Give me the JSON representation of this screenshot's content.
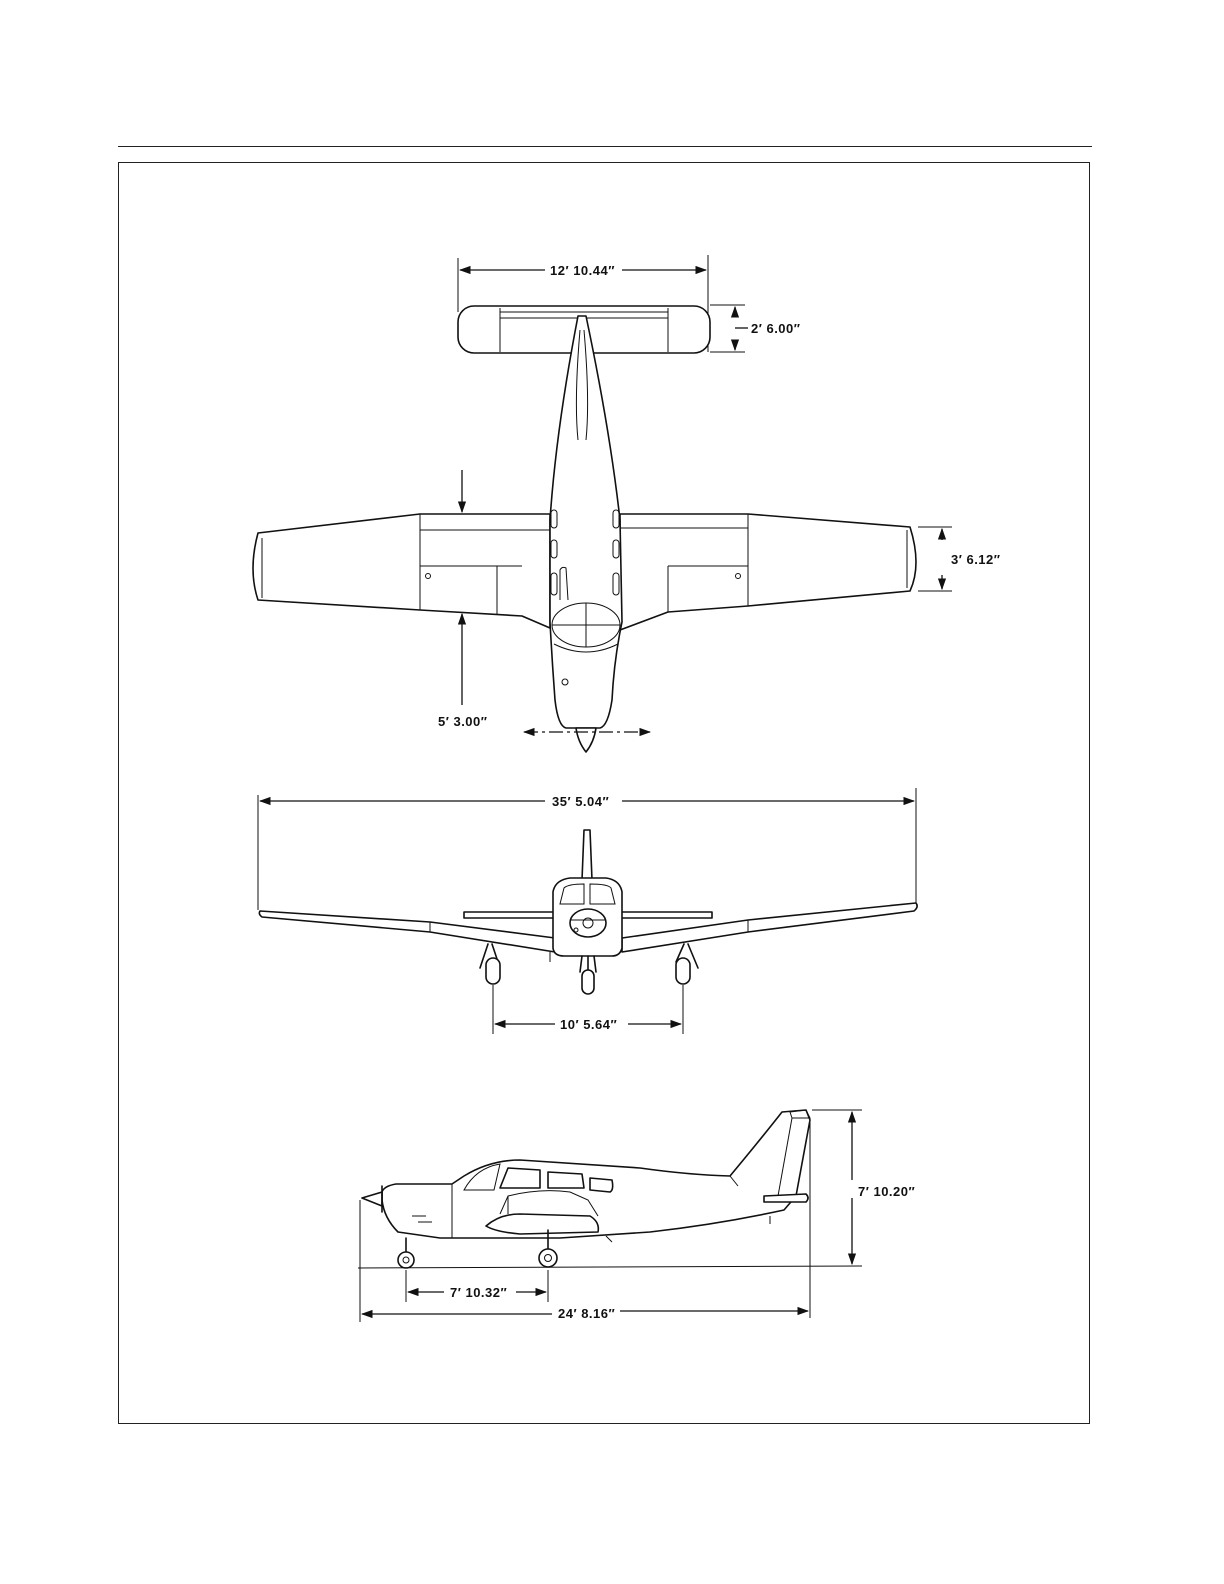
{
  "dimensions": {
    "stabilator_span": "12′ 10.44″",
    "stabilator_chord": "2′ 6.00″",
    "wing_chord": "3′ 6.12″",
    "wing_dim": "5′ 3.00″",
    "wing_span": "35′ 5.04″",
    "wheel_track": "10′ 5.64″",
    "height": "7′ 10.20″",
    "wheel_base": "7′ 10.32″",
    "length": "24′ 8.16″"
  }
}
